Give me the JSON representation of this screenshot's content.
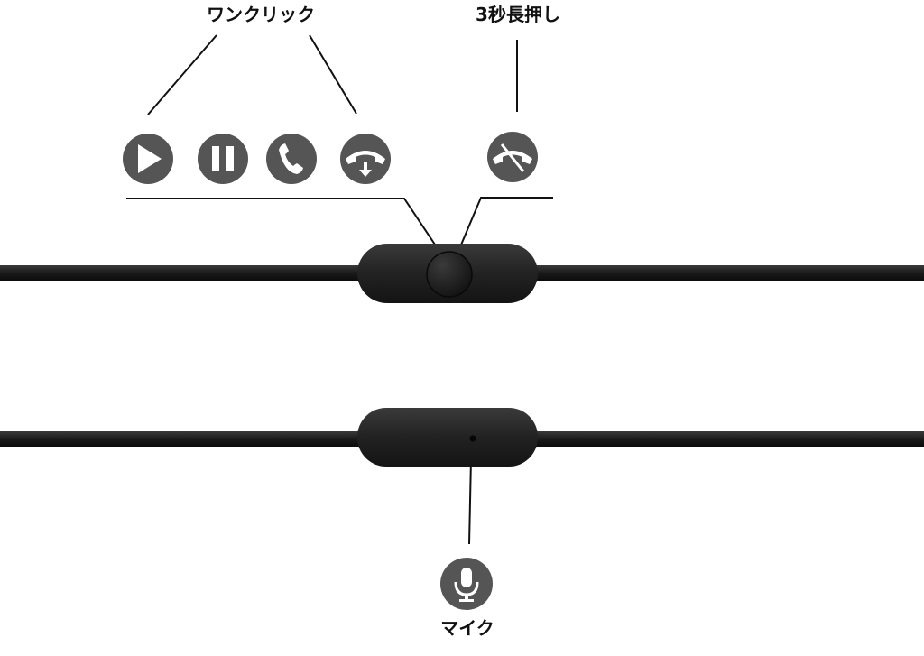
{
  "labels": {
    "one_click": "ワンクリック",
    "long_press": "3秒長押し",
    "mic": "マイク"
  },
  "icons": {
    "one_click": [
      "play-icon",
      "pause-icon",
      "phone-answer-icon",
      "phone-hangup-icon"
    ],
    "long_press": [
      "phone-reject-icon"
    ],
    "mic": "microphone-icon"
  },
  "colors": {
    "icon_bg": "#555555",
    "icon_fg": "#ffffff",
    "cable": "#1a1a1a",
    "remote": "#232323",
    "line": "#111111"
  }
}
